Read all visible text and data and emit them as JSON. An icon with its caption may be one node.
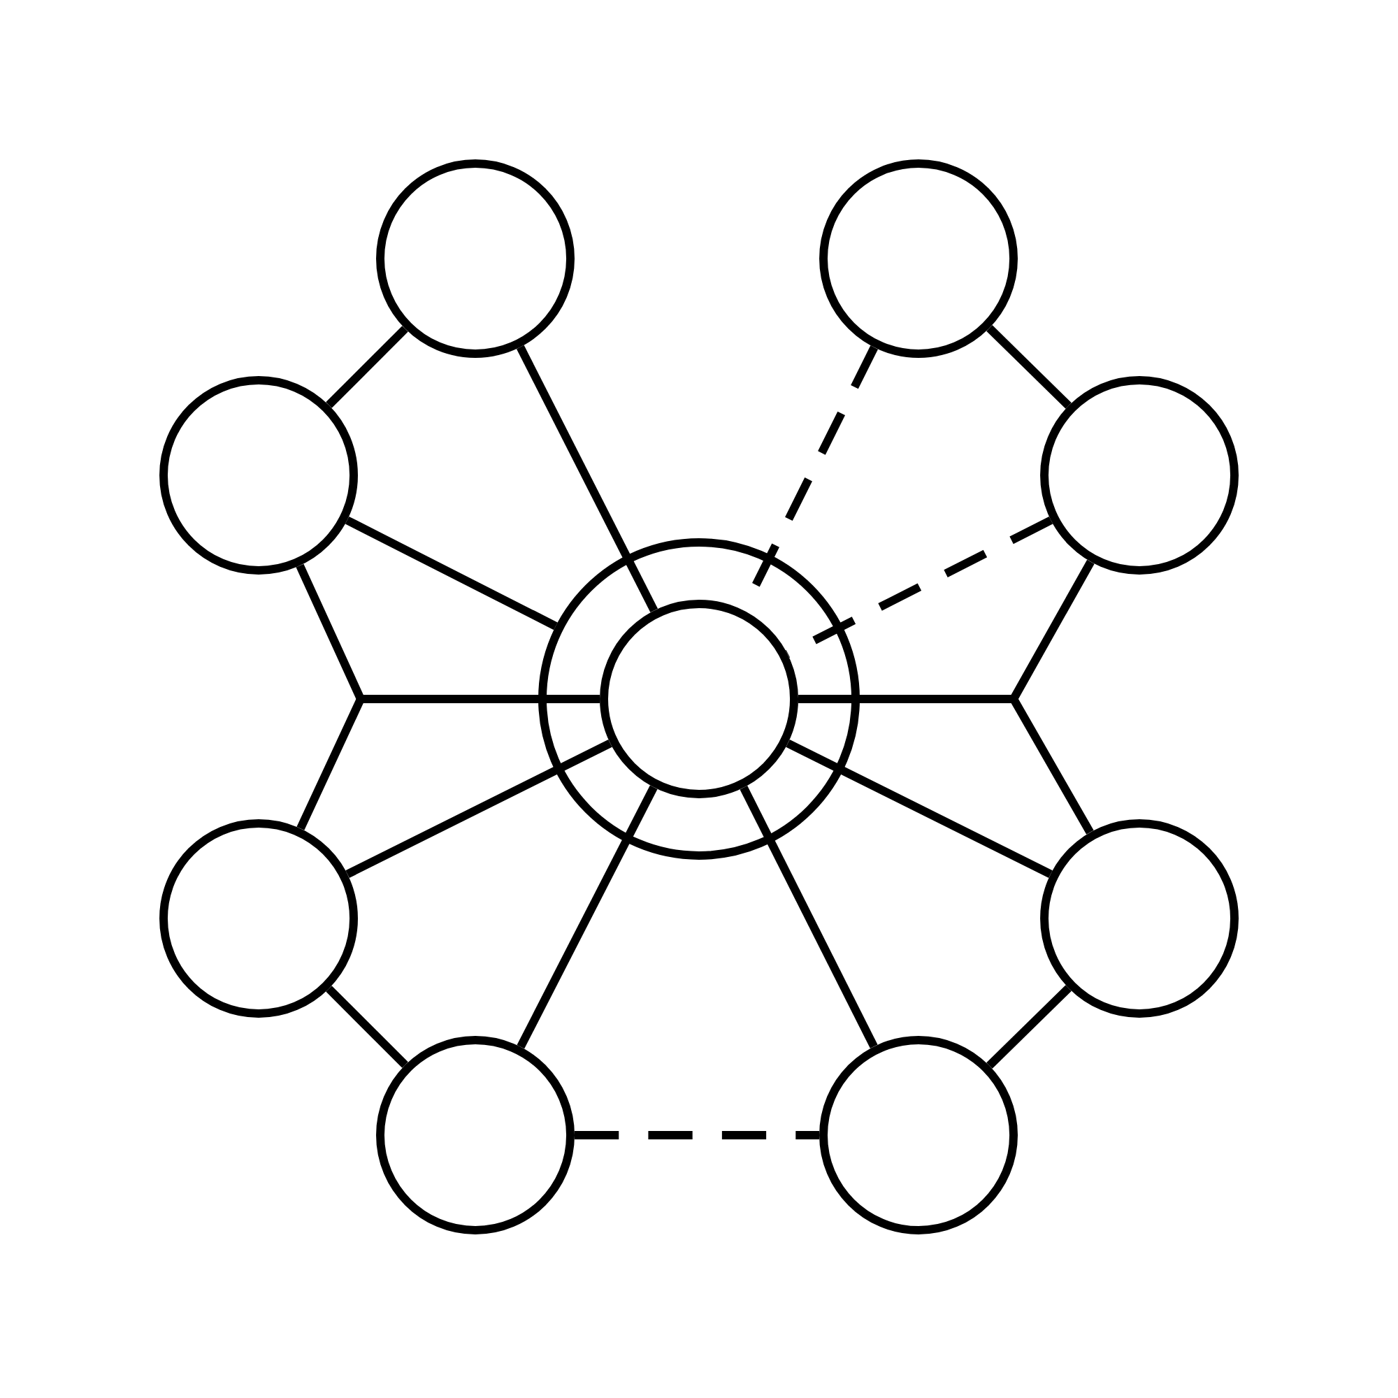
{
  "diagram": {
    "nodes": [
      {
        "text": [],
        "shape": "circle"
      },
      {
        "text": [],
        "shape": "circle",
        "in": 0
      },
      {
        "text": [],
        "shape": "circle"
      },
      {
        "text": [],
        "shape": "circle"
      },
      {
        "text": [],
        "shape": "circle"
      },
      {
        "text": [],
        "shape": "circle"
      },
      {
        "text": [],
        "shape": "circle"
      },
      {
        "text": [],
        "shape": "circle"
      },
      {
        "text": [],
        "shape": "circle"
      },
      {
        "text": [],
        "shape": "circle"
      }
    ],
    "edges": [
      {
        "from": 2,
        "to": 4,
        "arrow": "none"
      },
      {
        "from": 2,
        "to": 1,
        "arrow": "none"
      },
      {
        "from": 3,
        "to": 1,
        "arrow": "none",
        "style": "dashed"
      },
      {
        "from": 4,
        "to": 0,
        "arrow": "none"
      },
      {
        "from": 4,
        "to": 1,
        "arrow": "none"
      },
      {
        "from": 5,
        "to": 3,
        "arrow": "none"
      },
      {
        "from": 5,
        "to": 1,
        "arrow": "none",
        "style": "dashed"
      },
      {
        "from": 5,
        "to": 1,
        "arrow": "none"
      },
      {
        "from": 6,
        "to": 1,
        "arrow": "none"
      },
      {
        "from": 6,
        "to": 1,
        "arrow": "none"
      },
      {
        "from": 6,
        "to": 8,
        "arrow": "none"
      },
      {
        "from": 7,
        "to": 1,
        "arrow": "none"
      },
      {
        "from": 7,
        "to": 1,
        "arrow": "none"
      },
      {
        "from": 7,
        "to": 9,
        "arrow": "none"
      },
      {
        "from": 8,
        "to": 1,
        "arrow": "none"
      },
      {
        "from": 8,
        "to": 9,
        "arrow": "none",
        "style": "dashed"
      },
      {
        "from": 9,
        "to": 1,
        "arrow": "none"
      }
    ]
  }
}
